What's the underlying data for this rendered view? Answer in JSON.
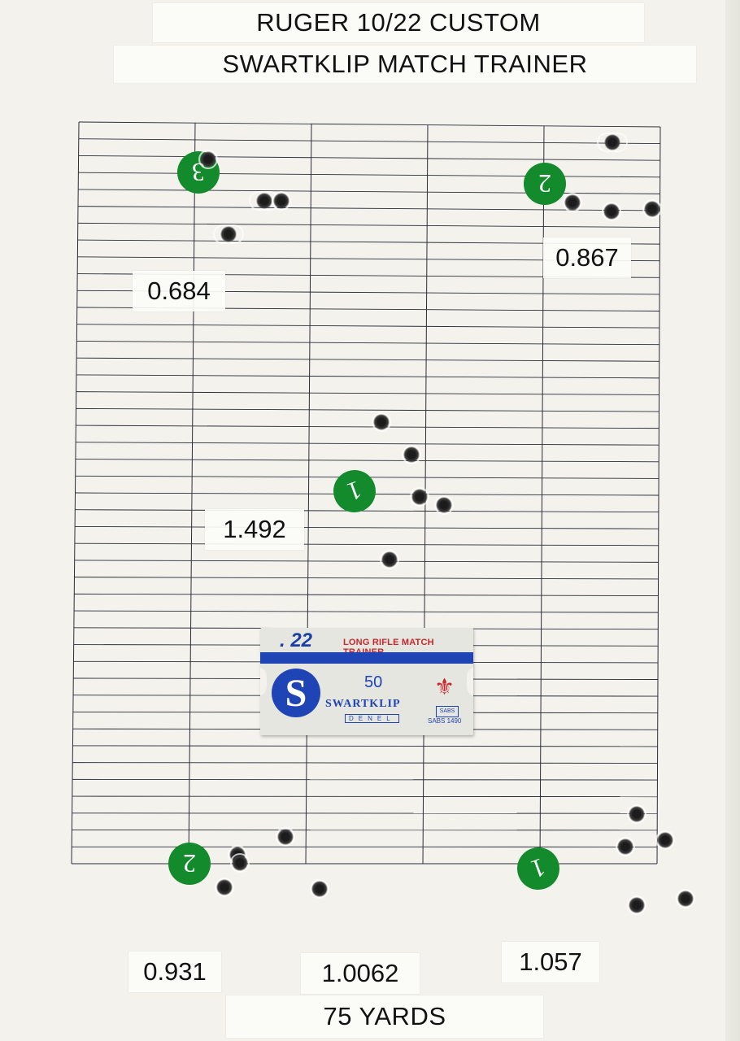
{
  "header": {
    "line1": "RUGER 10/22 CUSTOM",
    "line2": "SWARTKLIP MATCH TRAINER"
  },
  "groups": {
    "top_left": {
      "badge": "3",
      "score": "0.684"
    },
    "top_right": {
      "badge": "2",
      "score": "0.867"
    },
    "center": {
      "badge": "1",
      "score": "1.492"
    },
    "bottom_left": {
      "badge": "2",
      "score": "0.931"
    },
    "bottom_center": {
      "score": "1.0062"
    },
    "bottom_right": {
      "badge": "1",
      "score": "1.057"
    }
  },
  "footer": {
    "distance": "75 YARDS"
  },
  "ammo_label": {
    "caliber": ". 22",
    "product": "LONG RIFLE MATCH TRAINER",
    "logo": "S",
    "count": "50",
    "brand": "SWARTKLIP",
    "maker": "DENEL",
    "emblem": "⚜",
    "sabs_mark": "SABS",
    "sabs_number": "SABS 1490"
  },
  "colors": {
    "badge_green": "#138a2c",
    "label_blue": "#1f44b5",
    "label_red": "#c8262b",
    "paper": "#f3f2ec"
  }
}
